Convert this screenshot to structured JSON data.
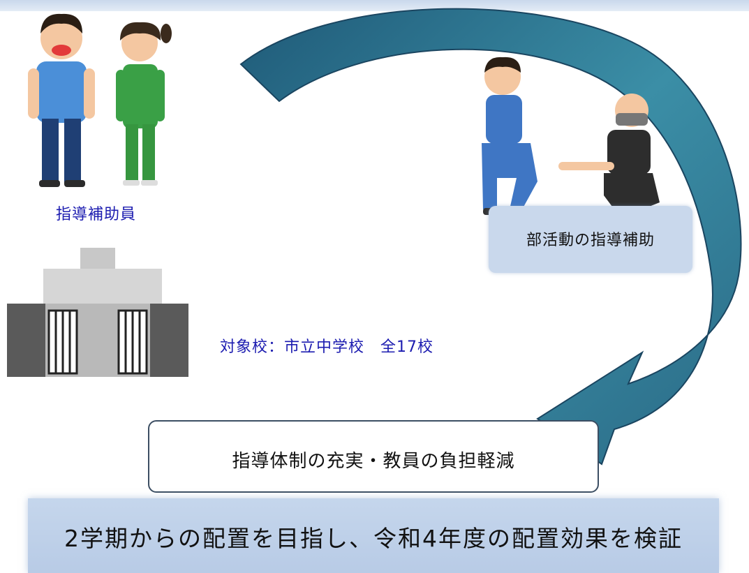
{
  "people_label": "指導補助員",
  "club_activity_label": "部活動の指導補助",
  "target_schools_label": "対象校：市立中学校　全17校",
  "result_label": "指導体制の充実・教員の負担軽減",
  "plan_label": "2学期からの配置を目指し、令和4年度の配置効果を検証",
  "colors": {
    "arrow_teal": "#2f6f88",
    "box_blue": "#c9d8ec",
    "label_text_blue": "#1c1cb0"
  }
}
